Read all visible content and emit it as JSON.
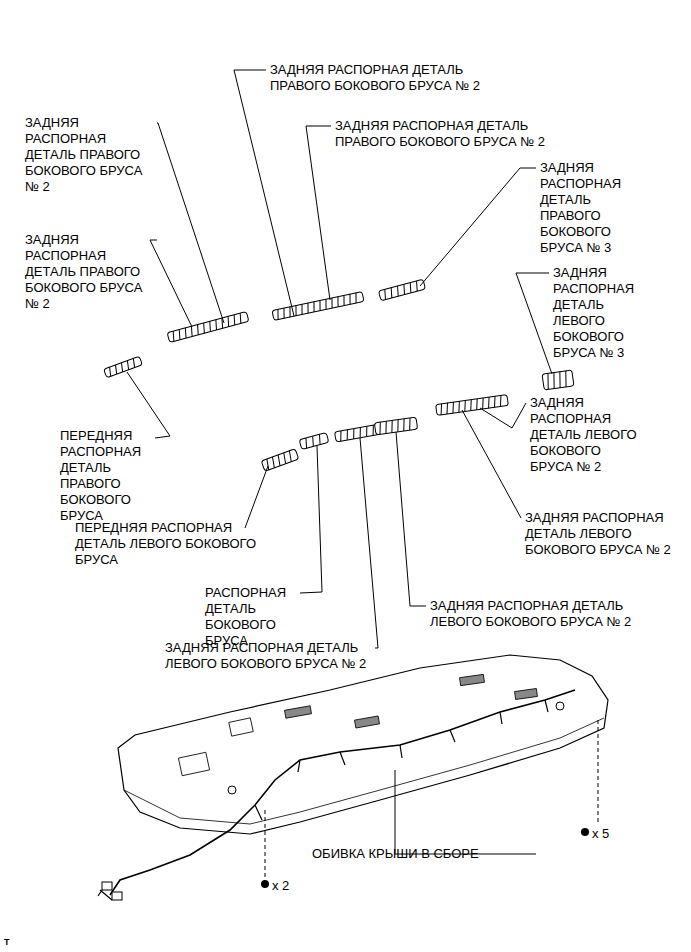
{
  "diagram": {
    "labels": [
      "ЗАДНЯЯ РАСПОРНАЯ ДЕТАЛЬ ПРАВОГО БОКОВОГО БРУСА № 2",
      "ЗАДНЯЯ РАСПОРНАЯ ДЕТАЛЬ ПРАВОГО БОКОВОГО БРУСА № 2",
      "ЗАДНЯЯ РАСПОРНАЯ ДЕТАЛЬ ПРАВОГО БОКОВОГО БРУСА № 2",
      "ЗАДНЯЯ РАСПОРНАЯ ДЕТАЛЬ ПРАВОГО БОКОВОГО БРУСА № 3",
      "ЗАДНЯЯ РАСПОРНАЯ ДЕТАЛЬ ПРАВОГО БОКОВОГО БРУСА № 2",
      "ЗАДНЯЯ РАСПОРНАЯ ДЕТАЛЬ ЛЕВОГО БОКОВОГО БРУСА № 3",
      "ПЕРЕДНЯЯ РАСПОРНАЯ ДЕТАЛЬ ПРАВОГО БОКОВОГО БРУСА",
      "ЗАДНЯЯ РАСПОРНАЯ ДЕТАЛЬ ЛЕВОГО БОКОВОГО БРУСА № 2",
      "ЗАДНЯЯ РАСПОРНАЯ ДЕТАЛЬ ЛЕВОГО БОКОВОГО БРУСА № 2",
      "ПЕРЕДНЯЯ РАСПОРНАЯ ДЕТАЛЬ ЛЕВОГО БОКОВОГО БРУСА",
      "РАСПОРНАЯ ДЕТАЛЬ БОКОВОГО БРУСА",
      "ЗАДНЯЯ РАСПОРНАЯ ДЕТАЛЬ ЛЕВОГО БОКОВОГО БРУСА № 2",
      "ЗАДНЯЯ РАСПОРНАЯ ДЕТАЛЬ ЛЕВОГО БОКОВОГО БРУСА № 2",
      "ОБИВКА КРЫШИ В СБОРЕ",
      "x 2",
      "x 5",
      "T"
    ]
  }
}
